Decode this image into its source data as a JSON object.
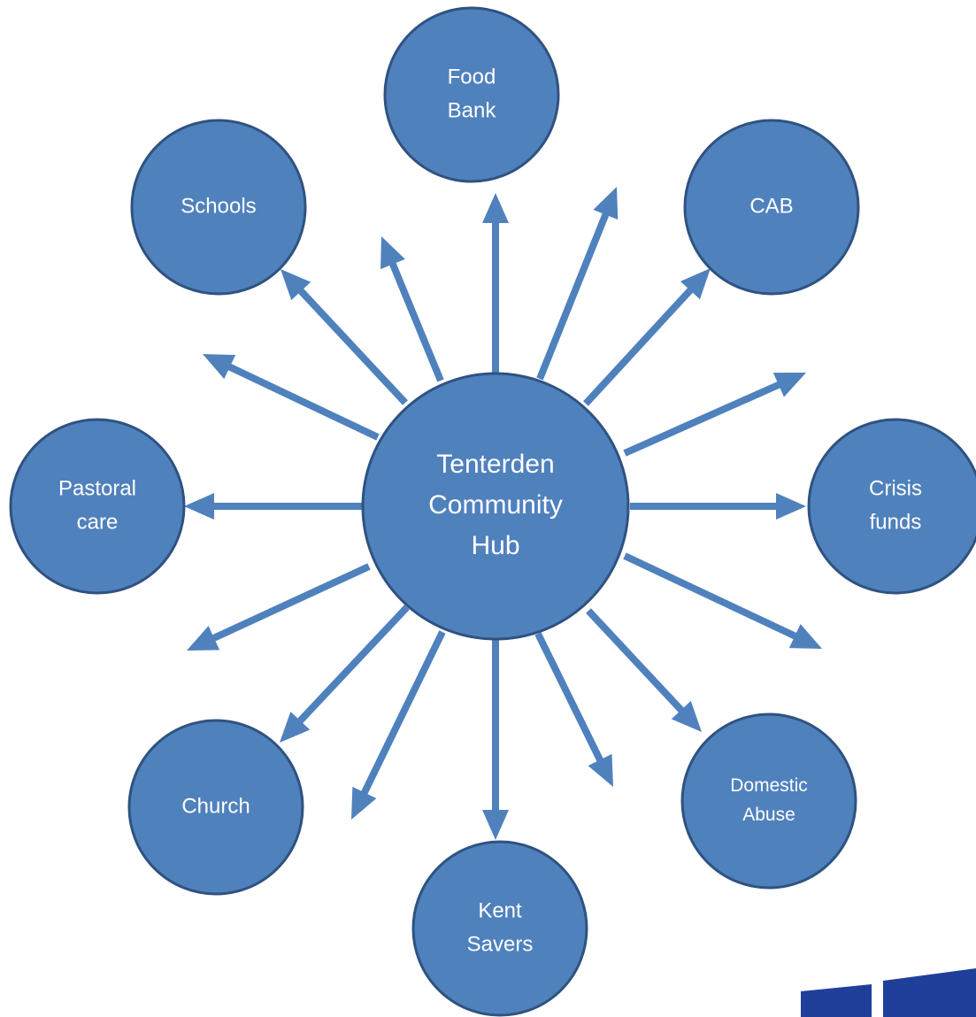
{
  "colors": {
    "node_fill": "#4f81bd",
    "node_stroke": "#2f5280",
    "arrow": "#4f81bd",
    "logo_dark": "#1f3f9a"
  },
  "hub": {
    "lines": [
      "Tenterden",
      "Community",
      "Hub"
    ]
  },
  "nodes": [
    {
      "id": "food-bank",
      "lines": [
        "Food",
        "Bank"
      ]
    },
    {
      "id": "cab",
      "lines": [
        "CAB"
      ]
    },
    {
      "id": "crisis-funds",
      "lines": [
        "Crisis",
        "funds"
      ]
    },
    {
      "id": "domestic-abuse",
      "lines": [
        "Domestic",
        "Abuse"
      ]
    },
    {
      "id": "kent-savers",
      "lines": [
        "Kent",
        "Savers"
      ]
    },
    {
      "id": "church",
      "lines": [
        "Church"
      ]
    },
    {
      "id": "pastoral-care",
      "lines": [
        "Pastoral",
        "care"
      ]
    },
    {
      "id": "schools",
      "lines": [
        "Schools"
      ]
    }
  ],
  "arrow_count": 16,
  "corner_logo": "partial-logo"
}
